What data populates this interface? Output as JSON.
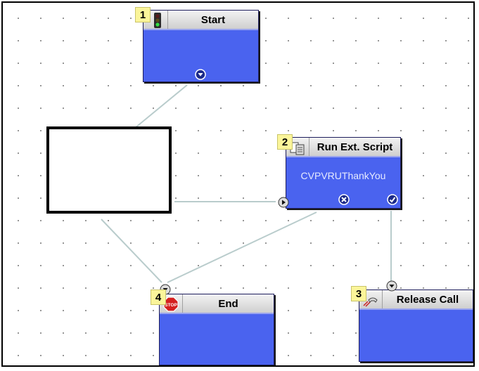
{
  "canvas": {
    "line_color": "#b9cccc",
    "node_color": "#4a63ef"
  },
  "nodes": [
    {
      "number": "1",
      "title": "Start",
      "icon": "traffic-light-icon"
    },
    {
      "number": "2",
      "title": "Run Ext. Script",
      "icon": "script-icon",
      "body_text": "CVPVRUThankYou"
    },
    {
      "number": "3",
      "title": "Release Call",
      "icon": "release-call-icon"
    },
    {
      "number": "4",
      "title": "End",
      "icon": "stop-sign-icon"
    }
  ]
}
